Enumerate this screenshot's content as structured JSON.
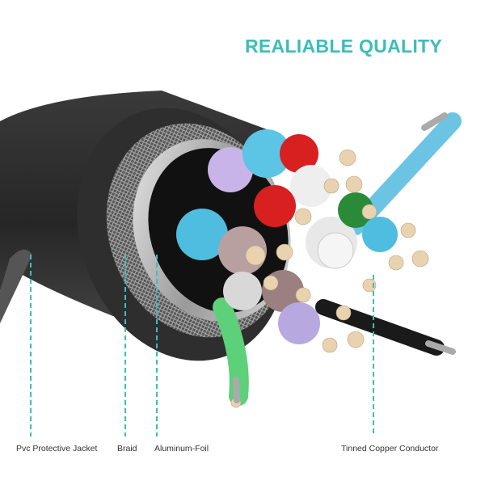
{
  "headline": "REALIABLE QUALITY",
  "colors": {
    "accent": "#3dbdb8",
    "jacket": "#2b2b2b",
    "label_text": "#333333"
  },
  "callouts": [
    {
      "id": "pvc-jacket",
      "label": "Pvc Protective Jacket"
    },
    {
      "id": "braid",
      "label": "Braid"
    },
    {
      "id": "aluminum-foil",
      "label": "Aluminum-Foil"
    },
    {
      "id": "tinned-copper",
      "label": "Tinned Copper Conductor"
    }
  ]
}
